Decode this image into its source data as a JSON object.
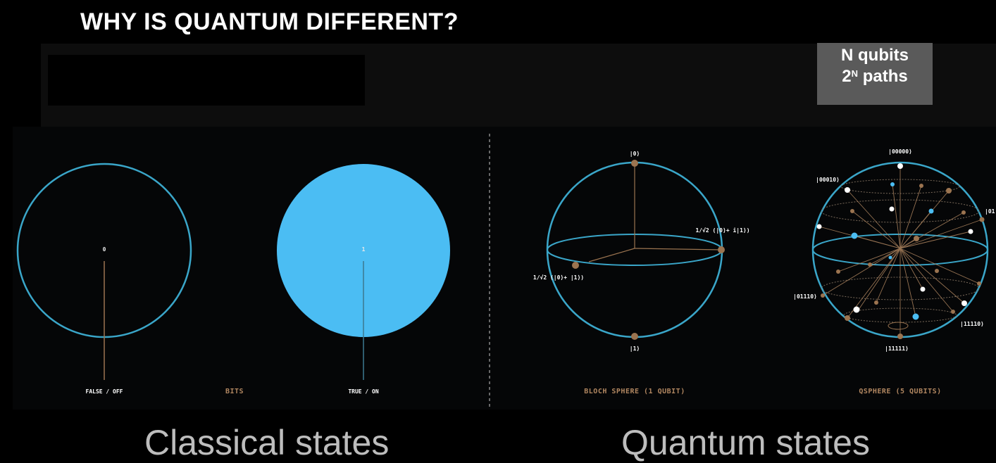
{
  "title": "WHY IS QUANTUM DIFFERENT?",
  "badge": {
    "line1": "N qubits",
    "line2_base": "2",
    "line2_sup": "N",
    "line2_rest": " paths"
  },
  "bits": {
    "zero_value": "0",
    "one_value": "1",
    "false_label": "FALSE / OFF",
    "section_label": "BITS",
    "true_label": "TRUE / ON"
  },
  "bloch": {
    "top_state": "|0⟩",
    "bottom_state": "|1⟩",
    "right_state": "1/√2 (|0⟩+ i|1⟩)",
    "left_state": "1/√2 (|0⟩+ |1⟩)",
    "label": "BLOCH SPHERE (1 QUBIT)"
  },
  "qsphere": {
    "top_state": "|00000⟩",
    "upper_left_state": "|00010⟩",
    "right_state": "|01",
    "left_state": "|01110⟩",
    "lower_right_state": "|11110⟩",
    "bottom_state": "|11111⟩",
    "label": "QSPHERE (5 QUBITS)"
  },
  "captions": {
    "classical": "Classical states",
    "quantum": "Quantum states"
  },
  "colors": {
    "sphere_blue": "#3aa6c9",
    "fill_blue": "#4bbdf3",
    "node_brown": "#9b7450",
    "label_brown": "#b08660"
  }
}
